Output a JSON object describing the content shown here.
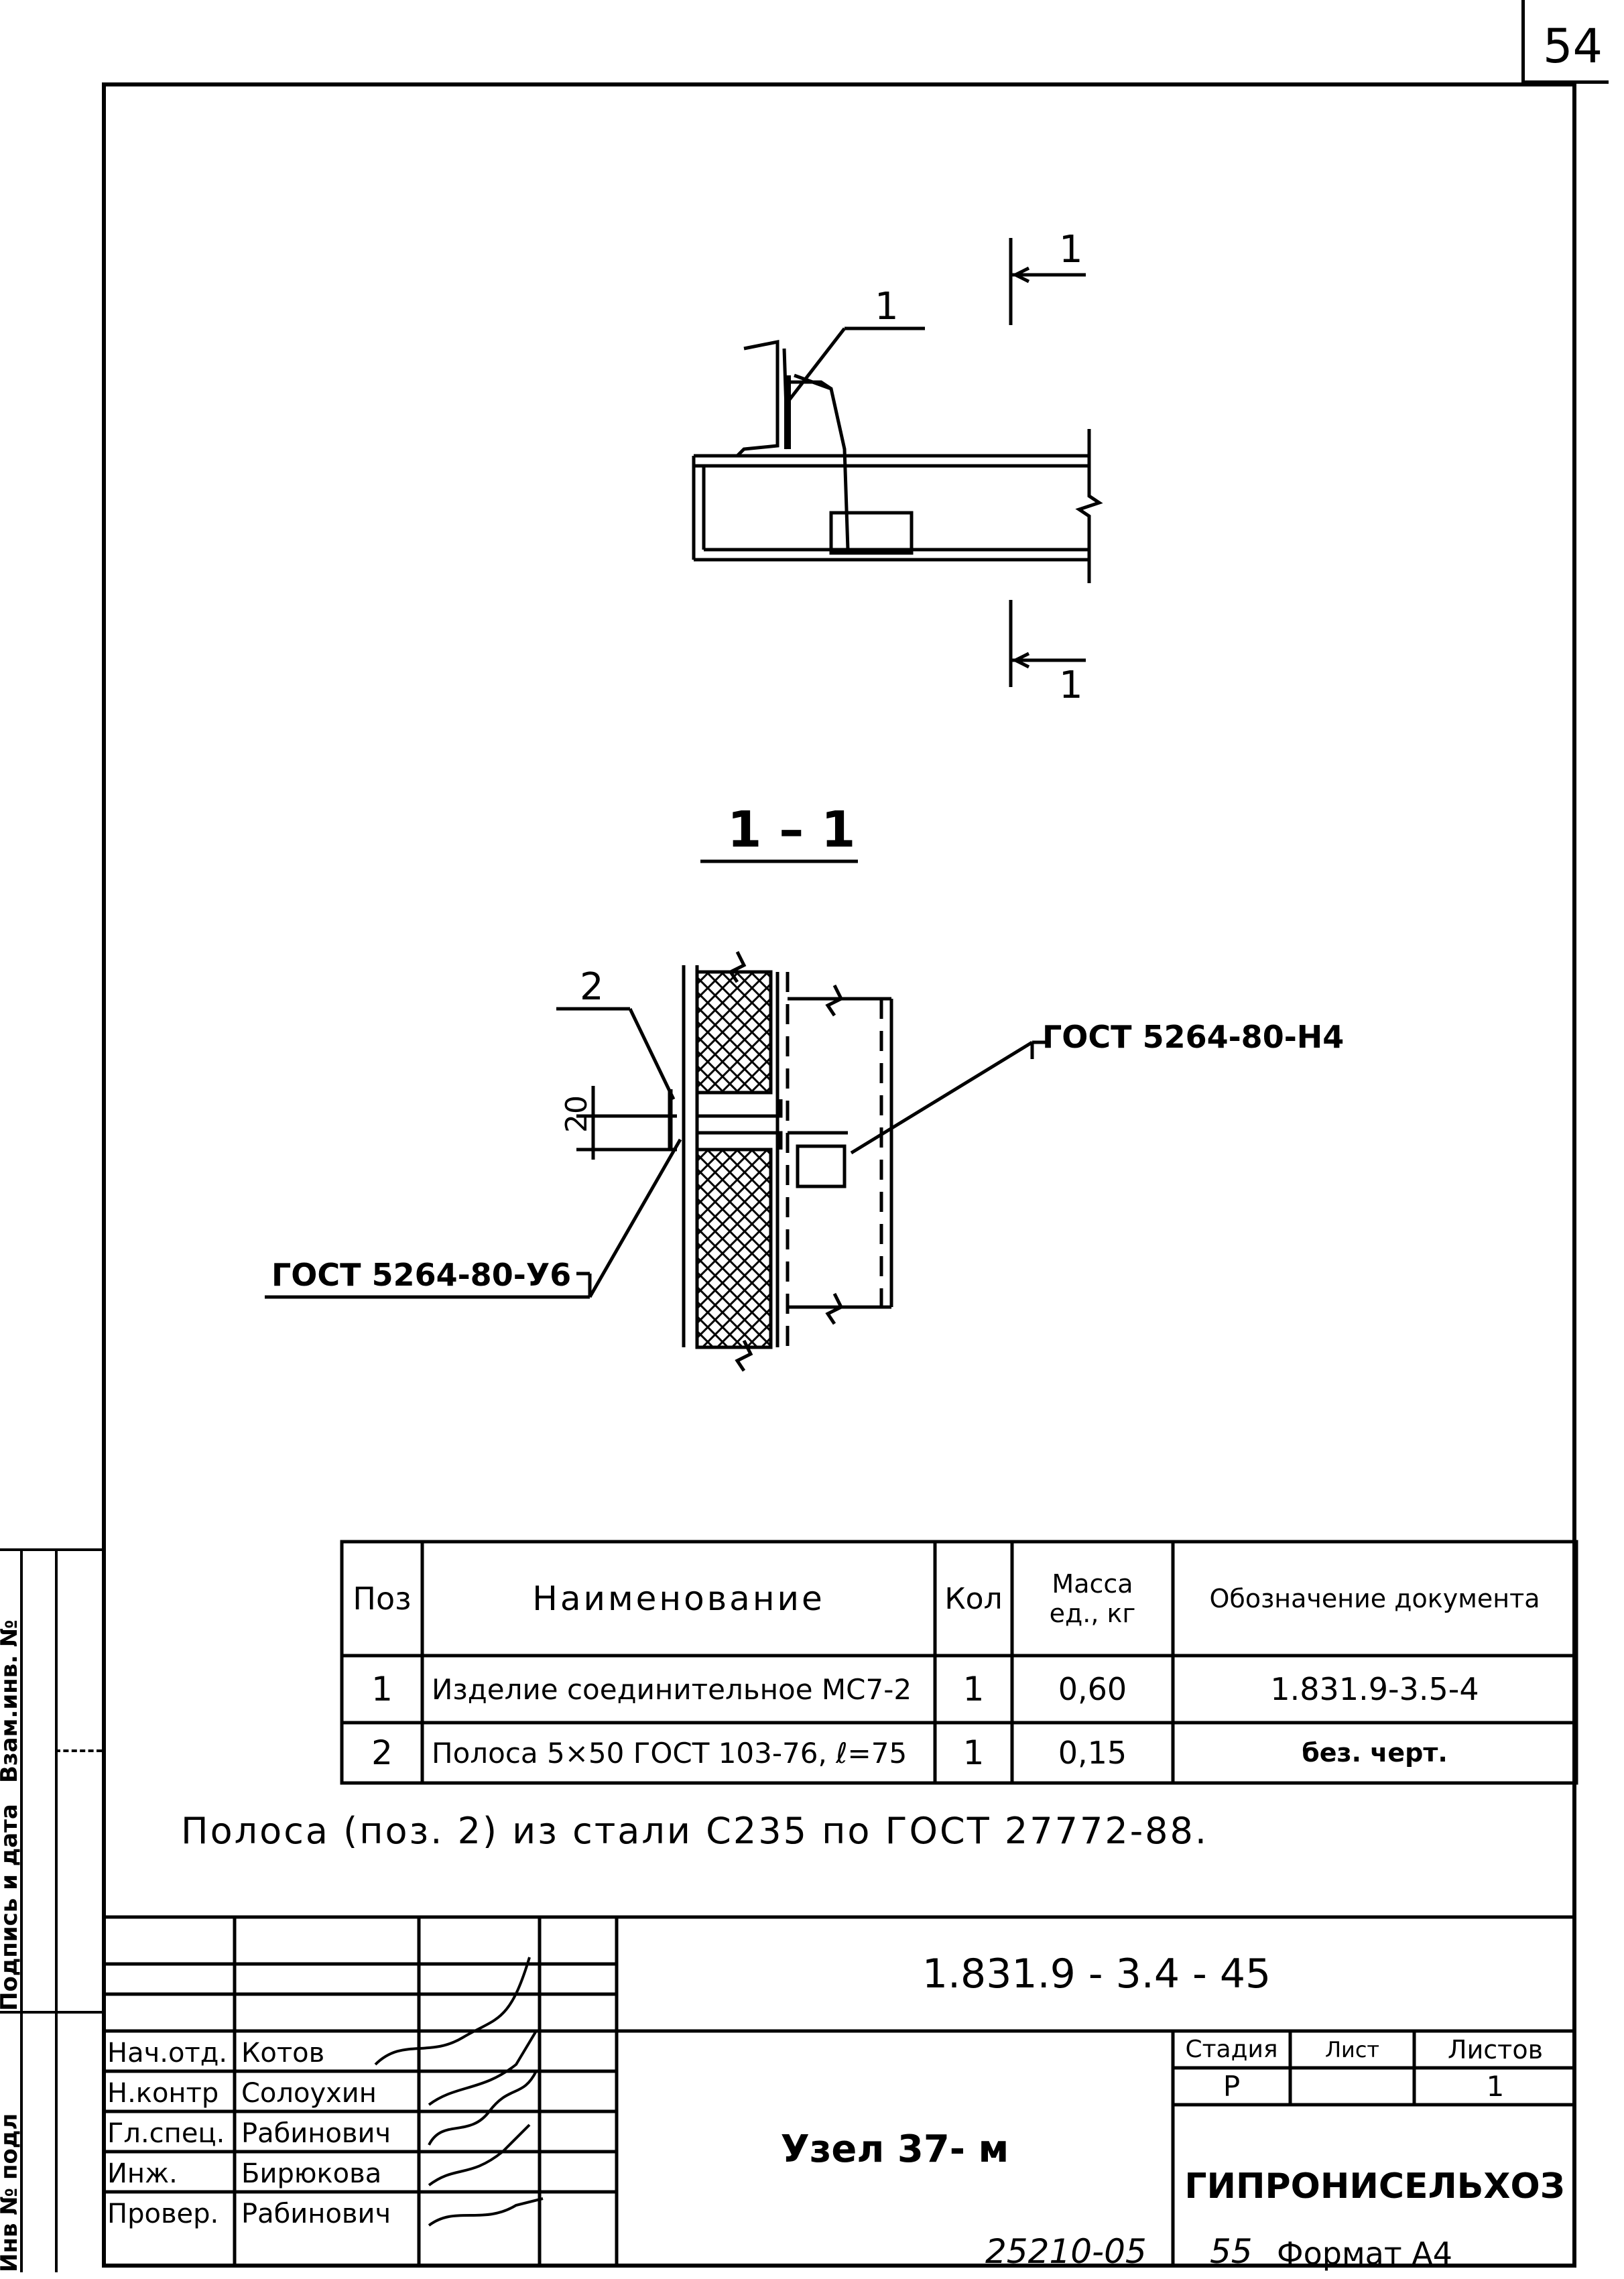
{
  "sheet": {
    "page_number": "54",
    "main_designation": "1.831.9 - 3.4 - 45",
    "node_title": "Узел 37- м",
    "organization": "ГИПРОНИСЕЛЬХОЗ",
    "bottom_code": "25210-05",
    "bottom_sheet_number": "55",
    "format_label": "Формат A4"
  },
  "drawing": {
    "section_mark_top": "1",
    "section_mark_bottom": "1",
    "callout_top": "1",
    "section_title": "1 – 1",
    "callout_2": "2",
    "dimension_20": "20",
    "gost_right": "ГОСТ 5264-80-Н4",
    "gost_left": "ГОСТ 5264-80-У6"
  },
  "spec_table": {
    "headers": {
      "pos": "Поз",
      "name": "Наименование",
      "qty": "Кол",
      "mass": "Масса ед., кг",
      "doc": "Обозначение документа"
    },
    "rows": [
      {
        "pos": "1",
        "name": "Изделие соединительное МС7-2",
        "qty": "1",
        "mass": "0,60",
        "doc": "1.831.9-3.5-4"
      },
      {
        "pos": "2",
        "name": "Полоса 5×50 ГОСТ 103-76, ℓ=75",
        "qty": "1",
        "mass": "0,15",
        "doc": "без. черт."
      }
    ]
  },
  "note": "Полоса (поз. 2) из стали С235 по ГОСТ 27772-88.",
  "title_block": {
    "stage_header": "Стадия",
    "sheet_header": "Лист",
    "sheets_header": "Листов",
    "stage_value": "Р",
    "sheets_value": "1",
    "roles": [
      {
        "role": "Нач.отд.",
        "name": "Котов"
      },
      {
        "role": "Н.контр",
        "name": "Солоухин"
      },
      {
        "role": "Гл.спец.",
        "name": "Рабинович"
      },
      {
        "role": "Инж.",
        "name": "Бирюкова"
      },
      {
        "role": "Провер.",
        "name": "Рабинович"
      }
    ]
  },
  "side_stamp": {
    "inv_podl": "Инв № подл",
    "podpis_data": "Подпись и дата",
    "vzam_inv": "Взам.инв. №"
  }
}
